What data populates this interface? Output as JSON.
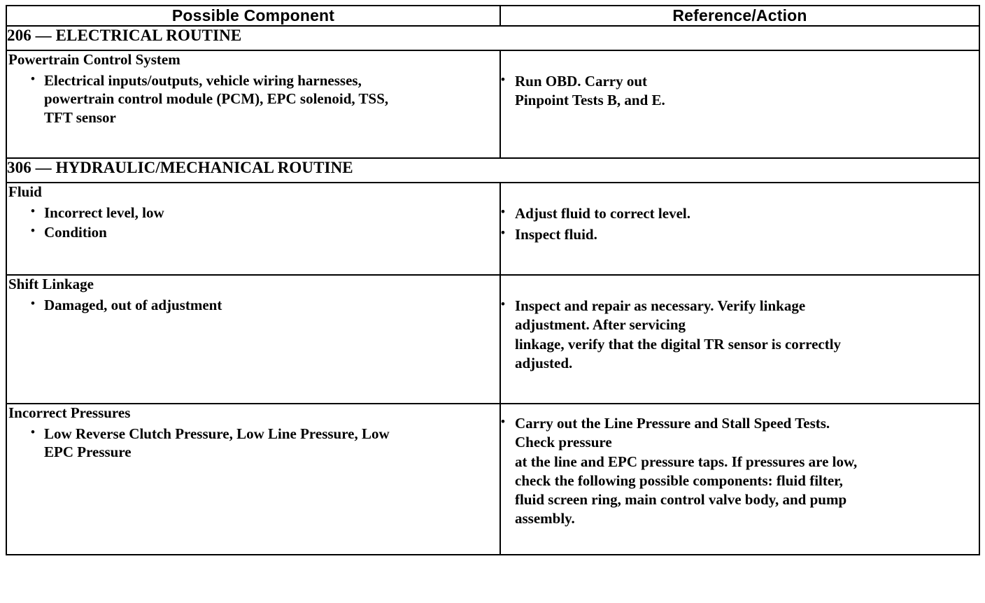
{
  "table": {
    "columns": [
      {
        "header": "Possible Component"
      },
      {
        "header": "Reference/Action"
      }
    ],
    "sections": [
      {
        "band": "206 — ELECTRICAL ROUTINE",
        "rows": [
          {
            "component_title": "Powertrain Control System",
            "component_bullets": [
              "Electrical inputs/outputs, vehicle wiring harnesses,\npowertrain control module (PCM), EPC solenoid, TSS,\nTFT sensor"
            ],
            "action_bullets": [
              "Run OBD.  Carry out\nPinpoint Tests B, and E."
            ]
          }
        ]
      },
      {
        "band": "306 — HYDRAULIC/MECHANICAL ROUTINE",
        "rows": [
          {
            "component_title": "Fluid",
            "component_bullets": [
              "Incorrect level, low",
              "Condition"
            ],
            "action_bullets": [
              "Adjust fluid to correct level.",
              "Inspect fluid."
            ]
          },
          {
            "component_title": "Shift Linkage",
            "component_bullets": [
              "Damaged, out of adjustment"
            ],
            "action_bullets": [
              "Inspect and repair as necessary. Verify linkage\nadjustment. After servicing\nlinkage, verify that the digital TR sensor is correctly\nadjusted."
            ]
          },
          {
            "component_title": "Incorrect Pressures",
            "component_bullets": [
              "Low Reverse Clutch Pressure, Low Line Pressure, Low\nEPC Pressure"
            ],
            "action_bullets": [
              "Carry out the Line Pressure and Stall Speed Tests.\nCheck pressure\nat the line and EPC pressure taps. If pressures are low,\ncheck the following possible components: fluid filter,\nfluid screen ring, main control valve  body, and pump\nassembly."
            ]
          }
        ]
      }
    ]
  },
  "colors": {
    "border": "#000000",
    "text": "#000000",
    "background": "#ffffff"
  }
}
